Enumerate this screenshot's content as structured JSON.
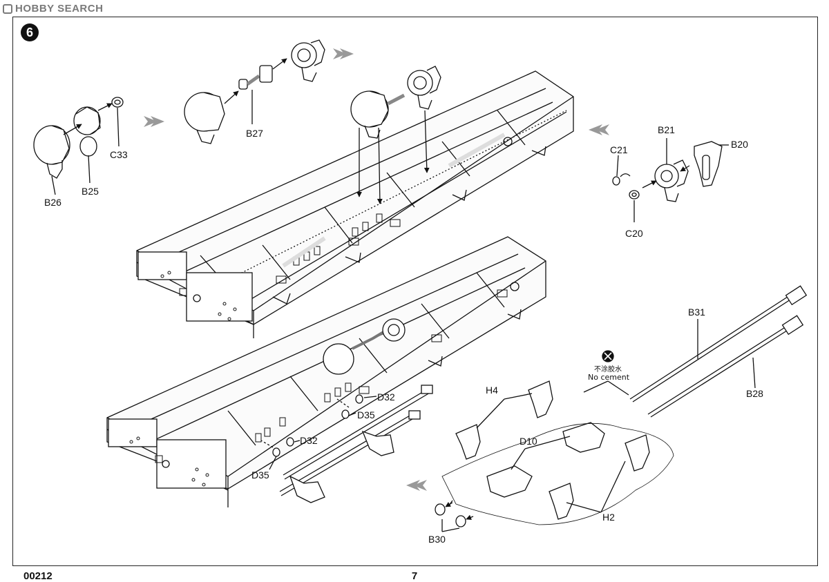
{
  "watermark": {
    "text": "HOBBY SEARCH"
  },
  "step": {
    "number": "6"
  },
  "labels": {
    "B26": "B26",
    "B25": "B25",
    "C33": "C33",
    "B27": "B27",
    "B21": "B21",
    "B20": "B20",
    "C21": "C21",
    "C20": "C20",
    "B31": "B31",
    "B28": "B28",
    "D32_top": "D32",
    "D35_top": "D35",
    "D32_bottom": "D32",
    "D35_bottom": "D35",
    "H4": "H4",
    "D10": "D10",
    "H2": "H2",
    "B30": "B30"
  },
  "note": {
    "chinese": "不涂胶水",
    "english": "No cement",
    "icon": "no-cement-icon"
  },
  "footer": {
    "kit_number": "00212",
    "page_number": "7"
  }
}
